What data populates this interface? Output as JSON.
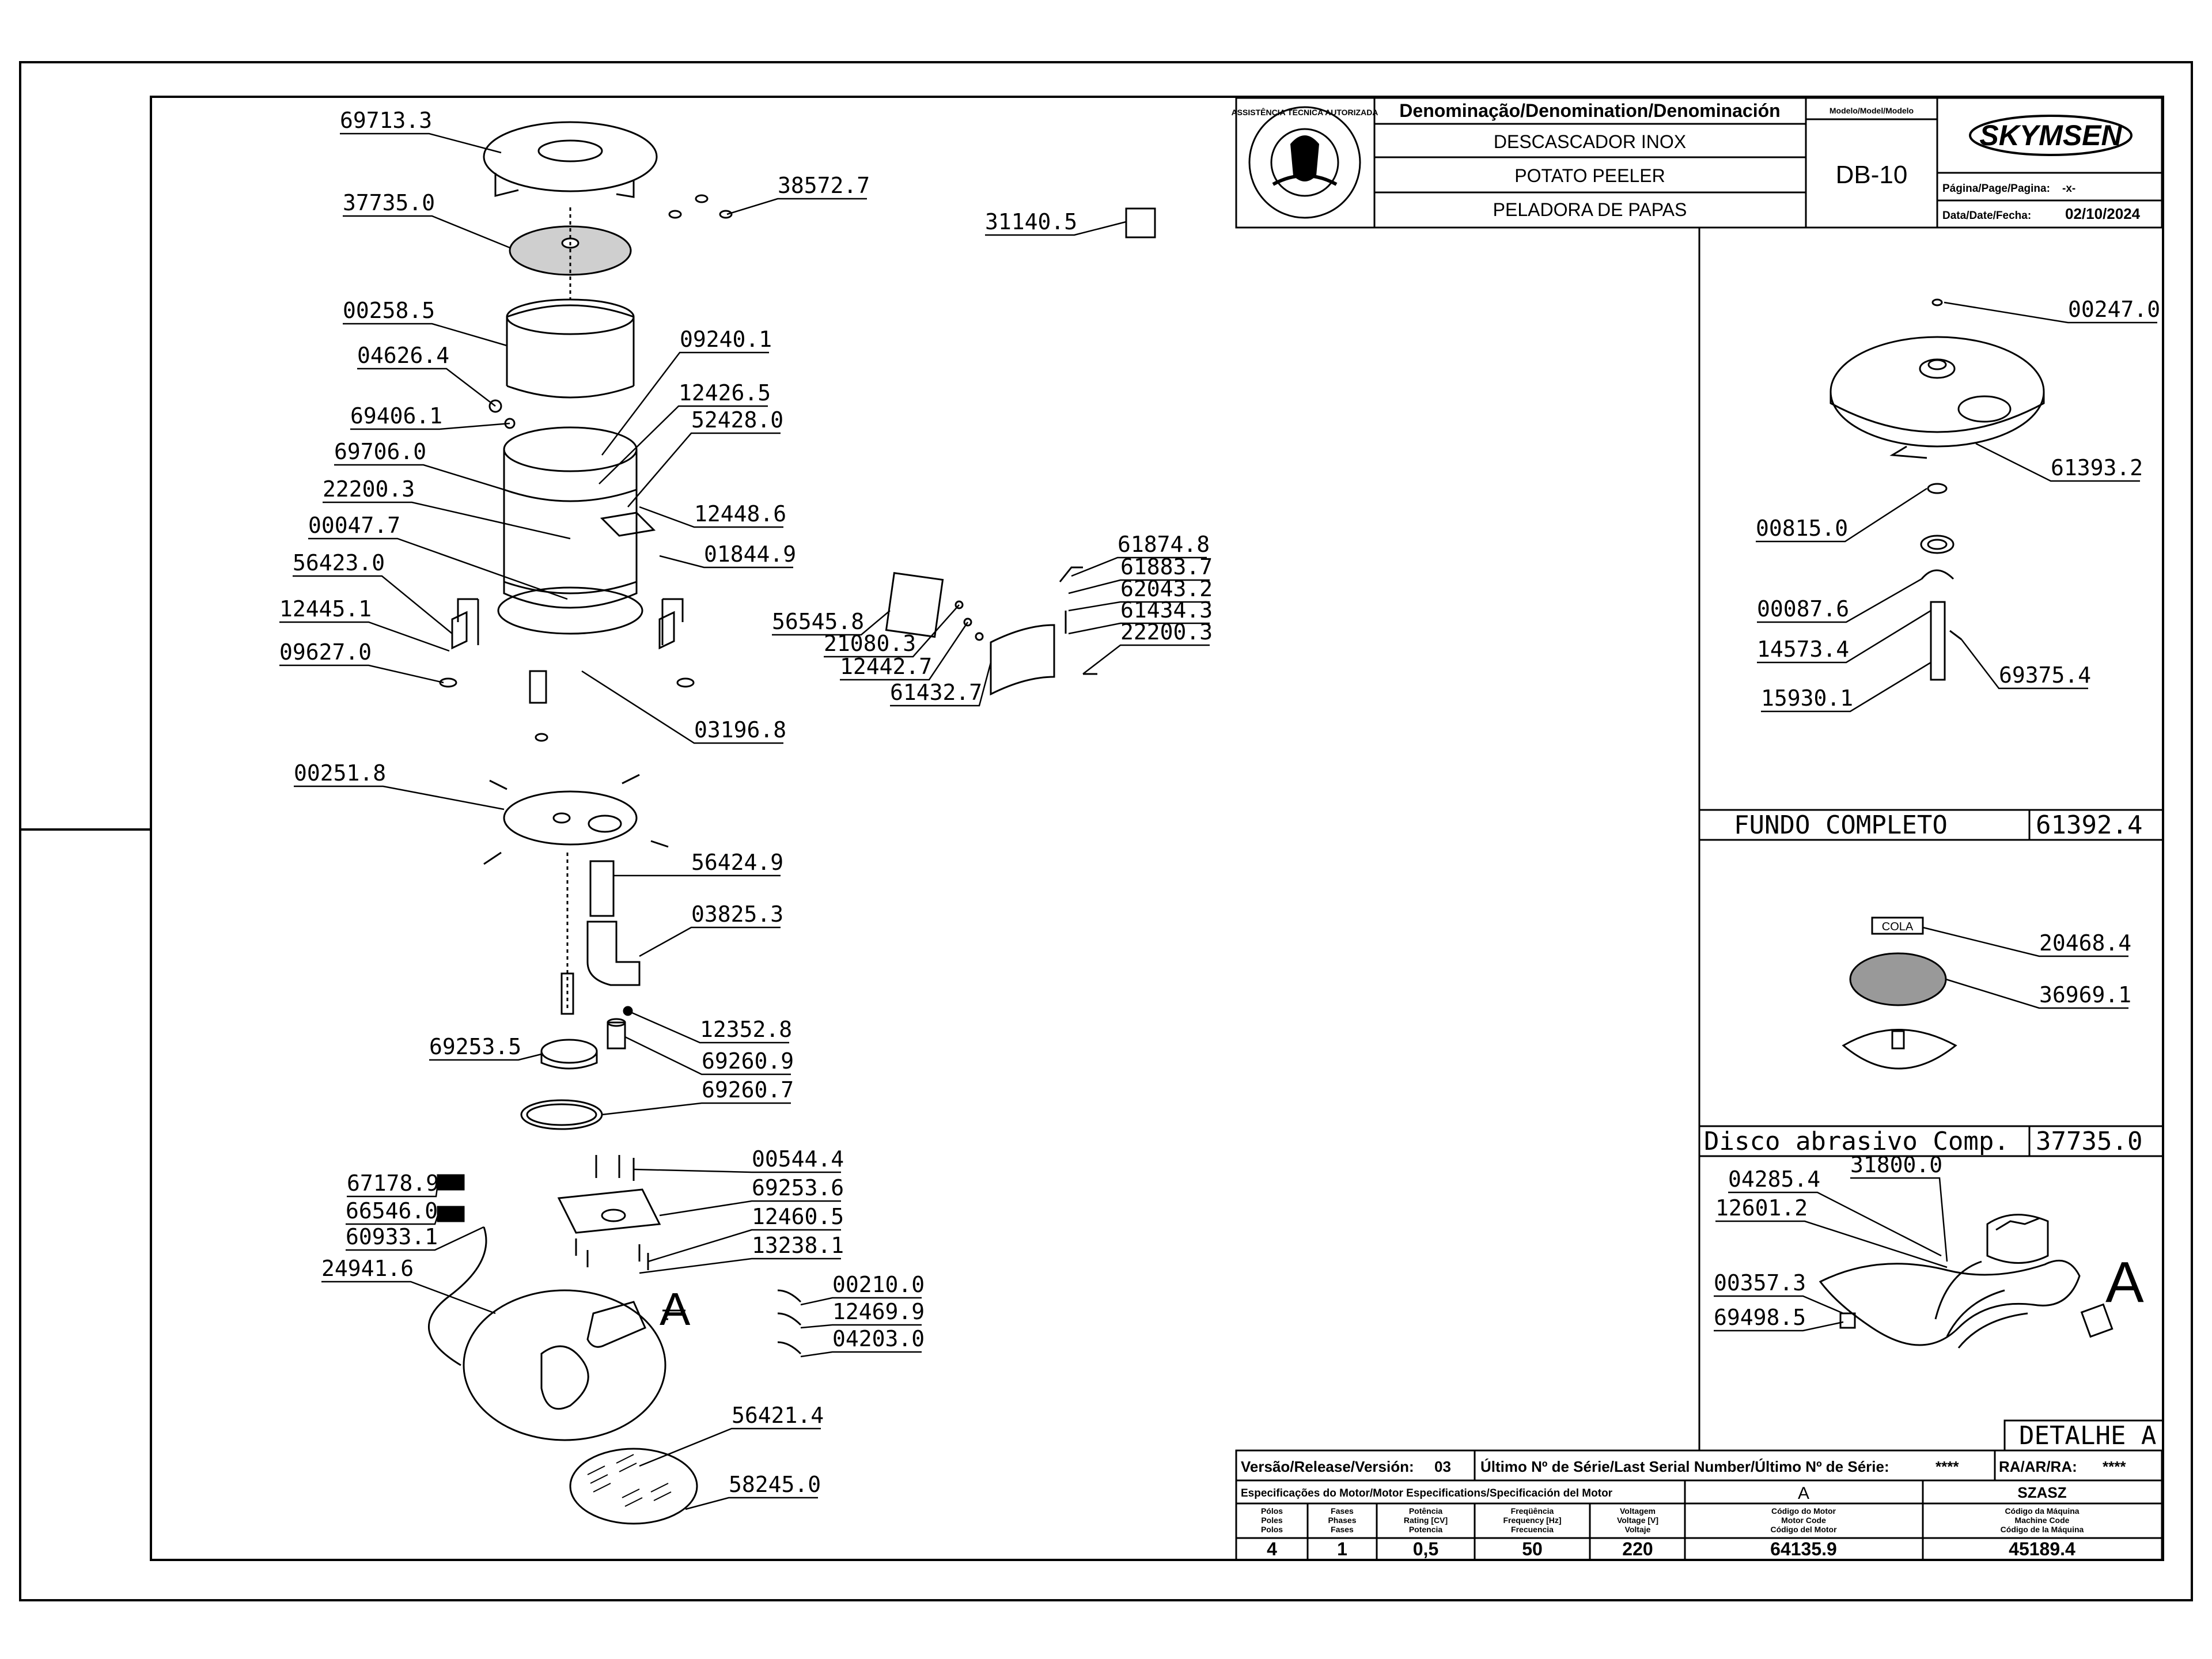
{
  "title_block": {
    "denomination_header": "Denominação/Denomination/Denominación",
    "model_header": "Modelo/Model/Modelo",
    "name_pt": "DESCASCADOR INOX",
    "name_en": "POTATO PEELER",
    "name_es": "PELADORA DE PAPAS",
    "model": "DB-10",
    "brand": "SKYMSEN",
    "page_label": "Página/Page/Pagina:",
    "page_value": "-x-",
    "date_label": "Data/Date/Fecha:",
    "date_value": "02/10/2024",
    "seal_text": "ASSISTÊNCIA TÉCNICA AUTORIZADA"
  },
  "release_block": {
    "version_label": "Versão/Release/Versión:",
    "version_value": "03",
    "serial_label": "Último Nº de Série/Last Serial Number/Último Nº de Série:",
    "serial_value": "****",
    "ra_label": "RA/AR/RA:",
    "ra_value": "****",
    "motor_spec_label": "Especificações do Motor/Motor Especifications/Specificación del Motor",
    "motor_class": "A",
    "machine_class": "SZASZ",
    "columns": [
      {
        "label": [
          "Pólos",
          "Poles",
          "Polos"
        ],
        "value": "4"
      },
      {
        "label": [
          "Fases",
          "Phases",
          "Fases"
        ],
        "value": "1"
      },
      {
        "label": [
          "Potência",
          "Rating [CV]",
          "Potencia"
        ],
        "value": "0,5"
      },
      {
        "label": [
          "Freqüência",
          "Frequency [Hz]",
          "Frecuencia"
        ],
        "value": "50"
      },
      {
        "label": [
          "Voltagem",
          "Voltage [V]",
          "Voltaje"
        ],
        "value": "220"
      },
      {
        "label": [
          "Código do Motor",
          "Motor Code",
          "Código del Motor"
        ],
        "value": "64135.9"
      },
      {
        "label": [
          "Código da Máquina",
          "Machine Code",
          "Código de la Máquina"
        ],
        "value": "45189.4"
      }
    ]
  },
  "panels": {
    "fundo_title": "FUNDO COMPLETO",
    "fundo_code": "61392.4",
    "disco_title": "Disco abrasivo Comp.",
    "disco_code": "37735.0",
    "detalhe_title": "DETALHE A",
    "cola_label": "COLA",
    "detail_marker": "A"
  },
  "parts": {
    "p69713_3": "69713.3",
    "p37735_0": "37735.0",
    "p38572_7": "38572.7",
    "p31140_5": "31140.5",
    "p00258_5": "00258.5",
    "p09240_1": "09240.1",
    "p04626_4": "04626.4",
    "p12426_5": "12426.5",
    "p69406_1": "69406.1",
    "p52428_0": "52428.0",
    "p69706_0": "69706.0",
    "p22200_3a": "22200.3",
    "p12448_6": "12448.6",
    "p00047_7": "00047.7",
    "p01844_9": "01844.9",
    "p56423_0": "56423.0",
    "p12445_1": "12445.1",
    "p09627_0": "09627.0",
    "p03196_8": "03196.8",
    "p61874_8": "61874.8",
    "p61883_7": "61883.7",
    "p62043_2": "62043.2",
    "p61434_3": "61434.3",
    "p22200_3b": "22200.3",
    "p56545_8": "56545.8",
    "p21080_3": "21080.3",
    "p12442_7": "12442.7",
    "p61432_7": "61432.7",
    "p00251_8": "00251.8",
    "p56424_9": "56424.9",
    "p03825_3": "03825.3",
    "p12352_8": "12352.8",
    "p69253_5": "69253.5",
    "p69260_9": "69260.9",
    "p69260_7": "69260.7",
    "p00544_4": "00544.4",
    "p67178_9": "67178.9",
    "p69253_6": "69253.6",
    "p66546_0": "66546.0",
    "p12460_5": "12460.5",
    "p60933_1": "60933.1",
    "p13238_1": "13238.1",
    "p24941_6": "24941.6",
    "p00210_0": "00210.0",
    "p12469_9": "12469.9",
    "p04203_0": "04203.0",
    "p56421_4": "56421.4",
    "p58245_0": "58245.0",
    "p00247_0": "00247.0",
    "p61393_2": "61393.2",
    "p00815_0": "00815.0",
    "p00087_6": "00087.6",
    "p14573_4": "14573.4",
    "p69375_4": "69375.4",
    "p15930_1": "15930.1",
    "p20468_4": "20468.4",
    "p36969_1": "36969.1",
    "p04285_4": "04285.4",
    "p31800_0": "31800.0",
    "p12601_2": "12601.2",
    "p00357_3": "00357.3",
    "p69498_5": "69498.5"
  }
}
